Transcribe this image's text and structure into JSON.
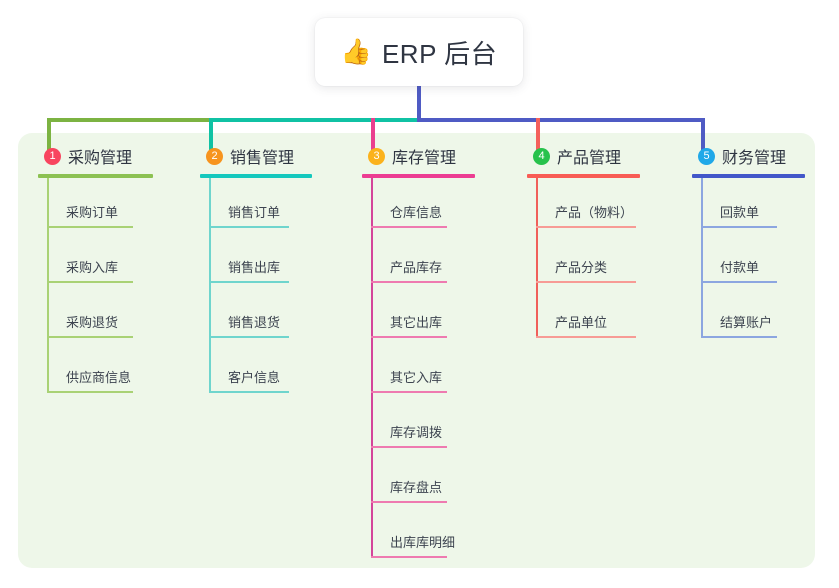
{
  "root": {
    "icon": "thumbs-up-icon",
    "emoji": "👍",
    "title": "ERP 后台"
  },
  "panel": {
    "background": "#eef7e9"
  },
  "connector": {
    "stem_color": "#4f5bc4",
    "bus_colors": [
      "#7cb342",
      "#10c2a4",
      "#4f5bc4",
      "#4f5bc4"
    ],
    "drop_colors": [
      "#7cb342",
      "#10c2a4",
      "#ea3f8e",
      "#f4605b",
      "#4f5bc4"
    ]
  },
  "columns": [
    {
      "index": "1",
      "title": "采购管理",
      "badge_color": "#f8455f",
      "accent": "#8cc152",
      "leaf_rule_color": "#a9d275",
      "spine_color": "#a9d275",
      "rule_width": 115,
      "leaf_rule_width": 86,
      "items": [
        "采购订单",
        "采购入库",
        "采购退货",
        "供应商信息"
      ]
    },
    {
      "index": "2",
      "title": "销售管理",
      "badge_color": "#f7941e",
      "accent": "#14c8bd",
      "leaf_rule_color": "#6fd5cd",
      "spine_color": "#6fd5cd",
      "rule_width": 112,
      "leaf_rule_width": 80,
      "items": [
        "销售订单",
        "销售出库",
        "销售退货",
        "客户信息"
      ]
    },
    {
      "index": "3",
      "title": "库存管理",
      "badge_color": "#fbb21c",
      "accent": "#ec3d92",
      "leaf_rule_color": "#ee7ab0",
      "spine_color": "#d4459a",
      "rule_width": 113,
      "leaf_rule_width": 76,
      "items": [
        "仓库信息",
        "产品库存",
        "其它出库",
        "其它入库",
        "库存调拨",
        "库存盘点",
        "出库库明细"
      ]
    },
    {
      "index": "4",
      "title": "产品管理",
      "badge_color": "#27c24c",
      "accent": "#f85c55",
      "leaf_rule_color": "#f79b95",
      "spine_color": "#f0605a",
      "rule_width": 113,
      "leaf_rule_width": 100,
      "items": [
        "产品（物料）",
        "产品分类",
        "产品单位"
      ]
    },
    {
      "index": "5",
      "title": "财务管理",
      "badge_color": "#20a8e8",
      "accent": "#4257c9",
      "leaf_rule_color": "#8ca6e0",
      "spine_color": "#8ca6e0",
      "rule_width": 113,
      "leaf_rule_width": 76,
      "items": [
        "回款单",
        "付款单",
        "结算账户"
      ]
    }
  ]
}
